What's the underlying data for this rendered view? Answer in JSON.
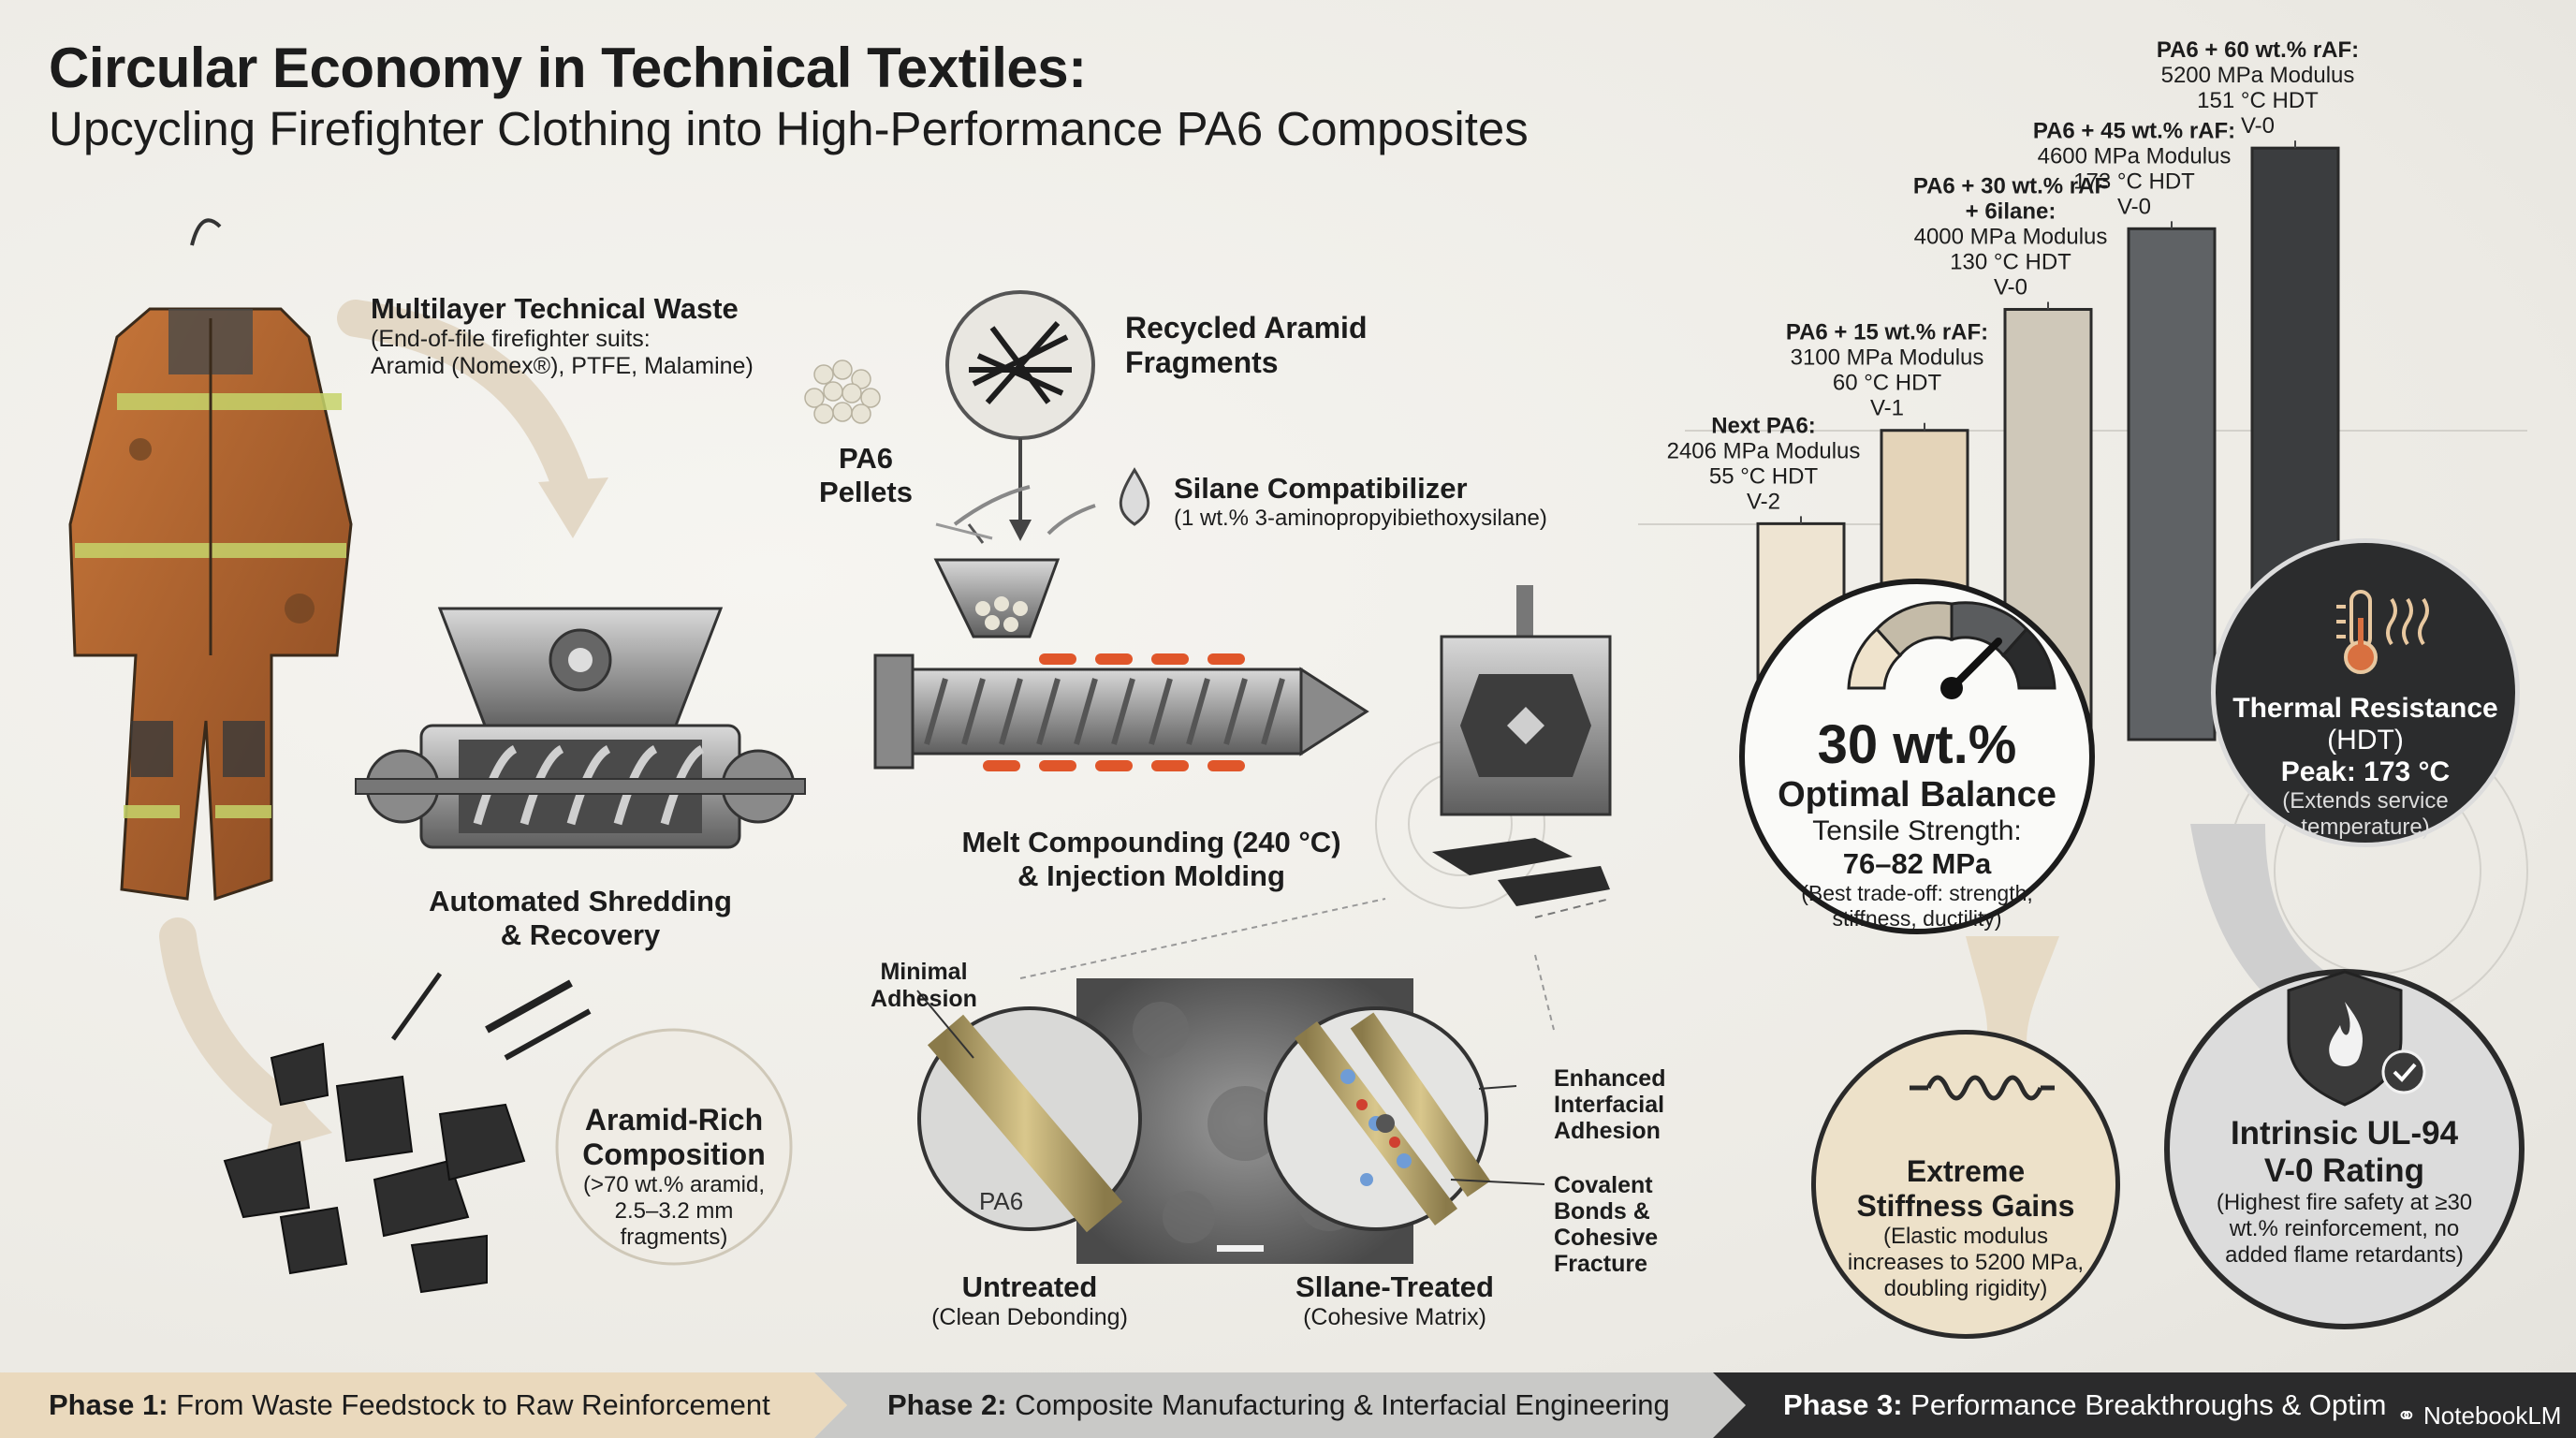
{
  "header": {
    "title": "Circular Economy in Technical Textiles:",
    "subtitle": "Upcycling Firefighter Clothing into High-Performance PA6 Composites"
  },
  "phase1": {
    "waste_title": "Multilayer Technical Waste",
    "waste_desc1": "(End-of-file firefighter suits:",
    "waste_desc2": "Aramid (Nomex®), PTFE, Malamine)",
    "shredding1": "Automated Shredding",
    "shredding2": "& Recovery",
    "aramid_title1": "Aramid-Rich",
    "aramid_title2": "Composition",
    "aramid_desc1": "(>70 wt.% aramid,",
    "aramid_desc2": "2.5–3.2 mm",
    "aramid_desc3": "fragments)"
  },
  "phase2": {
    "recycled1": "Recycled Aramid",
    "recycled2": "Fragments",
    "pellets1": "PA6",
    "pellets2": "Pellets",
    "silane_title": "Silane Compatibilizer",
    "silane_desc": "(1 wt.% 3-aminopropyibiethoxysilane)",
    "melt1": "Melt Compounding (240 °C)",
    "melt2": "& Injection Molding",
    "minimal1": "Minimal",
    "minimal2": "Adhesion",
    "pa6_label": "PA6",
    "untreated": "Untreated",
    "untreated_desc": "(Clean Debonding)",
    "silane_treated": "Sllane-Treated",
    "silane_treated_desc": "(Cohesive Matrix)",
    "enhanced1": "Enhanced",
    "enhanced2": "Interfacial",
    "enhanced3": "Adhesion",
    "covalent1": "Covalent",
    "covalent2": "Bonds &",
    "covalent3": "Cohesive",
    "covalent4": "Fracture"
  },
  "chart_data": {
    "type": "bar",
    "categories": [
      "Next PA6",
      "PA6 + 15 wt.% rAF",
      "PA6 + 30 wt.% rAF + 6ilane",
      "PA6 + 45 wt.% rAF",
      "PA6 + 60 wt.% rAF"
    ],
    "series": [
      {
        "values": [
          2406,
          3100,
          4000,
          4600,
          5200
        ]
      }
    ],
    "hdt": [
      55,
      60,
      130,
      173,
      151
    ],
    "rating": [
      "V-2",
      "V-1",
      "V-0",
      "V-0",
      "V-0"
    ],
    "colors": [
      "#e9dcc6",
      "#decdb1",
      "#c7c0b2",
      "#6e7174",
      "#3a3c3e",
      "#1e1f20"
    ],
    "labels": [
      [
        "Next PA6:",
        "2406 MPa Modulus",
        "55 °C HDT",
        "V-2"
      ],
      [
        "PA6 + 15 wt.% rAF:",
        "3100 MPa Modulus",
        "60 °C HDT",
        "V-1"
      ],
      [
        "PA6 + 30 wt.% rAF",
        "+ 6ilane:",
        "4000 MPa Modulus",
        "130 °C HDT",
        "V-0"
      ],
      [
        "PA6 + 45 wt.% rAF:",
        "4600 MPa Modulus",
        "173 °C HDT",
        "V-0"
      ],
      [
        "PA6 + 60 wt.% rAF:",
        "5200 MPa Modulus",
        "151 °C HDT",
        "V-0"
      ]
    ]
  },
  "phase3": {
    "opt_value": "30 wt.%",
    "opt_title": "Optimal Balance",
    "opt_tensile": "Tensile Strength:",
    "opt_range": "76–82 MPa",
    "opt_desc1": "(Best trade-off: strength,",
    "opt_desc2": "stiffness, ductility)",
    "thermal1": "Thermal Resistance",
    "thermal2": "(HDT)",
    "thermal_peak": "Peak: 173 °C",
    "thermal_desc1": "(Extends service",
    "thermal_desc2": "temperature)",
    "stiff1": "Extreme",
    "stiff2": "Stiffness Gains",
    "stiff_desc1": "(Elastic modulus",
    "stiff_desc2": "increases to 5200 MPa,",
    "stiff_desc3": "doubling rigidity)",
    "ul1": "Intrinsic UL-94",
    "ul2": "V-0 Rating",
    "ul_desc1": "(Highest fire safety at ≥30",
    "ul_desc2": "wt.% reinforcement, no",
    "ul_desc3": "added flame retardants)"
  },
  "footer": {
    "p1_label": "Phase 1:",
    "p1_text": "From Waste Feedstock to Raw Reinforcement",
    "p2_label": "Phase 2:",
    "p2_text": "Composite Manufacturing & Interfacial Engineering",
    "p3_label": "Phase 3:",
    "p3_text": "Performance Breakthroughs & Optimal Results",
    "brand": "NotebookLM"
  }
}
